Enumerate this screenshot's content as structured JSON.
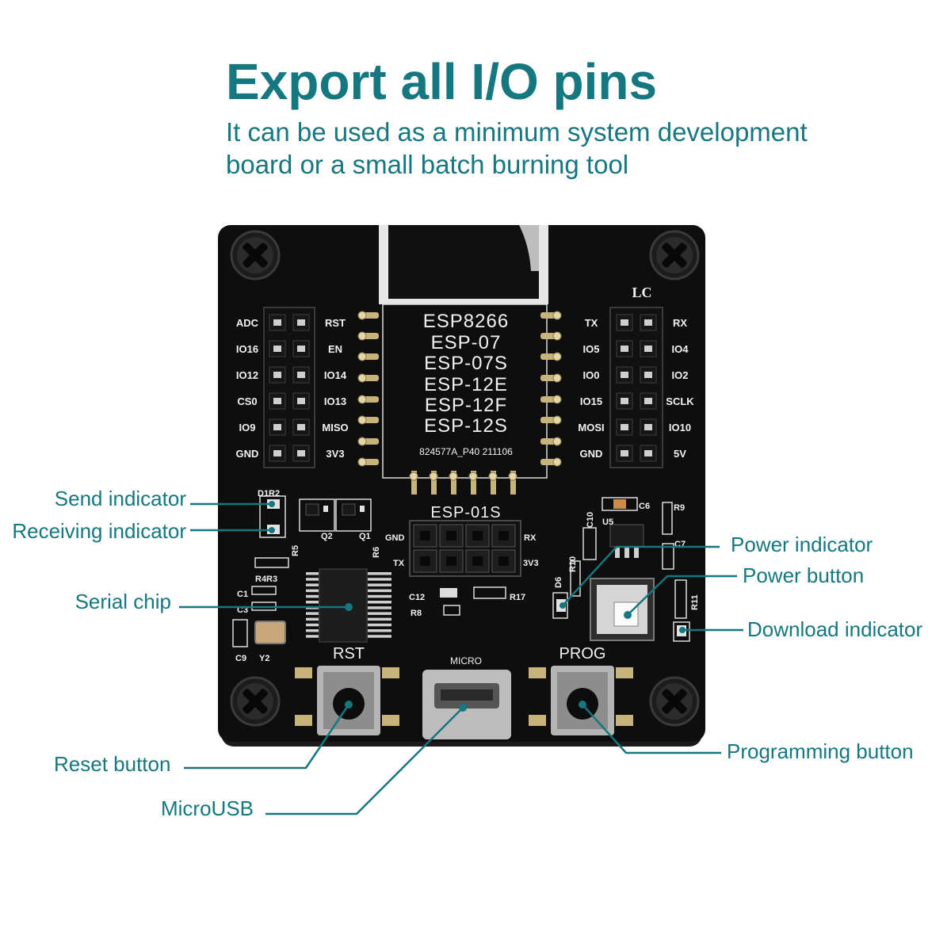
{
  "header": {
    "title": "Export all I/O pins",
    "subtitle": [
      "It can be used as a minimum system development",
      "board or a small batch burning tool"
    ]
  },
  "callouts": {
    "send_indicator": "Send indicator",
    "receiving_indicator": "Receiving indicator",
    "serial_chip": "Serial chip",
    "power_indicator": "Power indicator",
    "power_button": "Power button",
    "download_indicator": "Download indicator",
    "reset_button": "Reset button",
    "micro_usb": "MicroUSB",
    "programming_button": "Programming button"
  },
  "board": {
    "brand": "LC",
    "left_header": {
      "outer": [
        "ADC",
        "IO16",
        "IO12",
        "CS0",
        "IO9",
        "GND"
      ],
      "inner": [
        "RST",
        "EN",
        "IO14",
        "IO13",
        "MISO",
        "3V3"
      ]
    },
    "right_header": {
      "inner": [
        "TX",
        "IO5",
        "IO0",
        "IO15",
        "MOSI",
        "GND"
      ],
      "outer": [
        "RX",
        "IO4",
        "IO2",
        "SCLK",
        "IO10",
        "5V"
      ]
    },
    "module_names": [
      "ESP8266",
      "ESP-07",
      "ESP-07S",
      "ESP-12E",
      "ESP-12F",
      "ESP-12S"
    ],
    "module_code": "824577A_P40 211106",
    "esp01s": {
      "title": "ESP-01S",
      "gnd": "GND",
      "rx": "RX",
      "tx": "TX",
      "v33": "3V3"
    },
    "button_labels": {
      "rst": "RST",
      "micro": "MICRO",
      "prog": "PROG"
    },
    "refdes": {
      "d1r2": "D1R2",
      "q2": "Q2",
      "q1": "Q1",
      "r5": "R5",
      "r6": "R6",
      "r4r3": "R4R3",
      "c1": "C1",
      "c3": "C3",
      "c9": "C9",
      "y2": "Y2",
      "c12": "C12",
      "r8": "R8",
      "r17": "R17",
      "c6": "C6",
      "r9": "R9",
      "u5": "U5",
      "c10": "C10",
      "c7": "C7",
      "d6": "D6",
      "r10": "R10",
      "r11": "R11"
    }
  },
  "colors": {
    "accent": "#15777f",
    "board": "#0e0e0e",
    "silkscreen": "#f2f2f2",
    "background": "#ffffff"
  }
}
